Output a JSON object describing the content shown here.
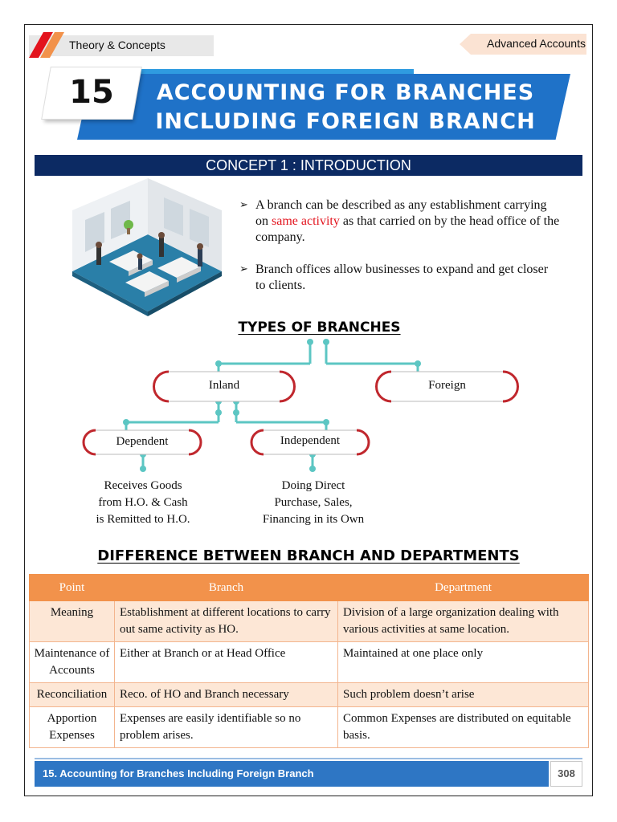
{
  "header": {
    "left_label": "Theory & Concepts",
    "right_label": "Advanced Accounts"
  },
  "chapter": {
    "number": "15",
    "title_line1": "Accounting for Branches",
    "title_line2": "Including Foreign Branch"
  },
  "concept_bar": "CONCEPT 1 : INTRODUCTION",
  "illustration": {
    "icon": "office-isometric-illustration"
  },
  "bullets": [
    {
      "before": "A branch can be described as any establishment carrying on ",
      "highlight": "same activity",
      "after": " as that carried on by the head office of the company."
    },
    {
      "text": "Branch offices allow businesses to expand and get closer to clients."
    }
  ],
  "types": {
    "title": "TYPES OF BRANCHES",
    "inland": "Inland",
    "foreign": "Foreign",
    "dependent": "Dependent",
    "independent": "Independent",
    "dependent_desc": [
      "Receives Goods",
      "from H.O. & Cash",
      "is Remitted to H.O."
    ],
    "independent_desc": [
      "Doing Direct",
      "Purchase, Sales,",
      "Financing in its Own"
    ]
  },
  "difference": {
    "title": "DIFFERENCE BETWEEN BRANCH AND DEPARTMENTS",
    "headers": [
      "Point",
      "Branch",
      "Department"
    ],
    "rows": [
      [
        "Meaning",
        "Establishment at different locations to carry out same activity as HO.",
        "Division of a large organization dealing with various activities at same location."
      ],
      [
        "Maintenance of Accounts",
        "Either at Branch or at Head Office",
        "Maintained at one place only"
      ],
      [
        "Reconciliation",
        "Reco. of HO and Branch necessary",
        "Such problem doesn’t arise"
      ],
      [
        "Apportion Expenses",
        "Expenses are easily identifiable so no problem arises.",
        "Common Expenses are distributed on equitable basis."
      ]
    ]
  },
  "footer": {
    "title": "15. Accounting for Branches Including Foreign Branch",
    "page": "308"
  },
  "colors": {
    "banner_blue": "#1f72c8",
    "concept_navy": "#0c2a63",
    "table_orange": "#f2924b",
    "tree_teal": "#5cc6c3",
    "node_red": "#c0272d",
    "highlight_red": "#e3141e"
  }
}
